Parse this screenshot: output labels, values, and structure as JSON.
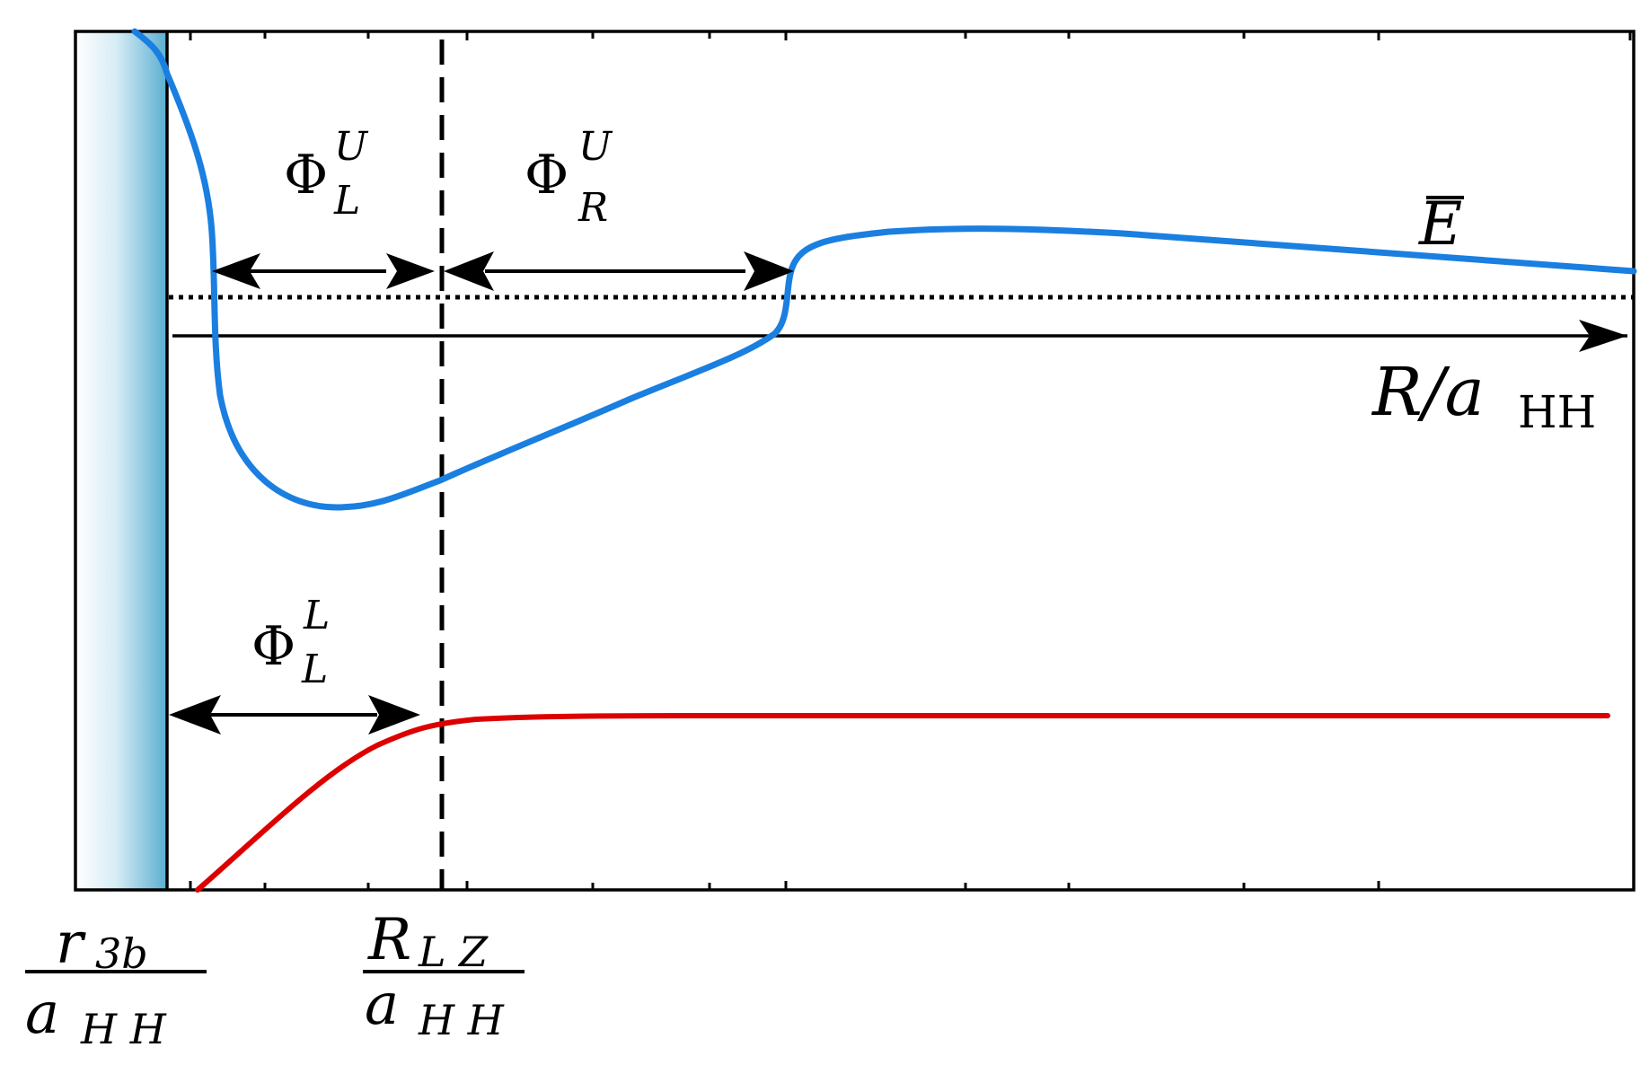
{
  "labels": {
    "phi_LU": {
      "base": "Φ",
      "sup": "U",
      "sub": "L"
    },
    "phi_RU": {
      "base": "Φ",
      "sup": "U",
      "sub": "R"
    },
    "phi_LL": {
      "base": "Φ",
      "sup": "L",
      "sub": "L"
    },
    "energy": {
      "symbol": "E"
    },
    "x_axis": {
      "var": "R/a",
      "sub": "HH"
    },
    "r3b": {
      "num": "r",
      "num_sub": "3b",
      "den": "a",
      "den_sub": "H H"
    },
    "rlz": {
      "num": "R",
      "num_sub": "L Z",
      "den": "a",
      "den_sub": "H H"
    }
  },
  "colors": {
    "upper_curve": "#1a7fe0",
    "lower_curve": "#dd0000",
    "wall_light": "#ffffff",
    "wall_dark": "#5aaed0",
    "axes": "#000000"
  }
}
